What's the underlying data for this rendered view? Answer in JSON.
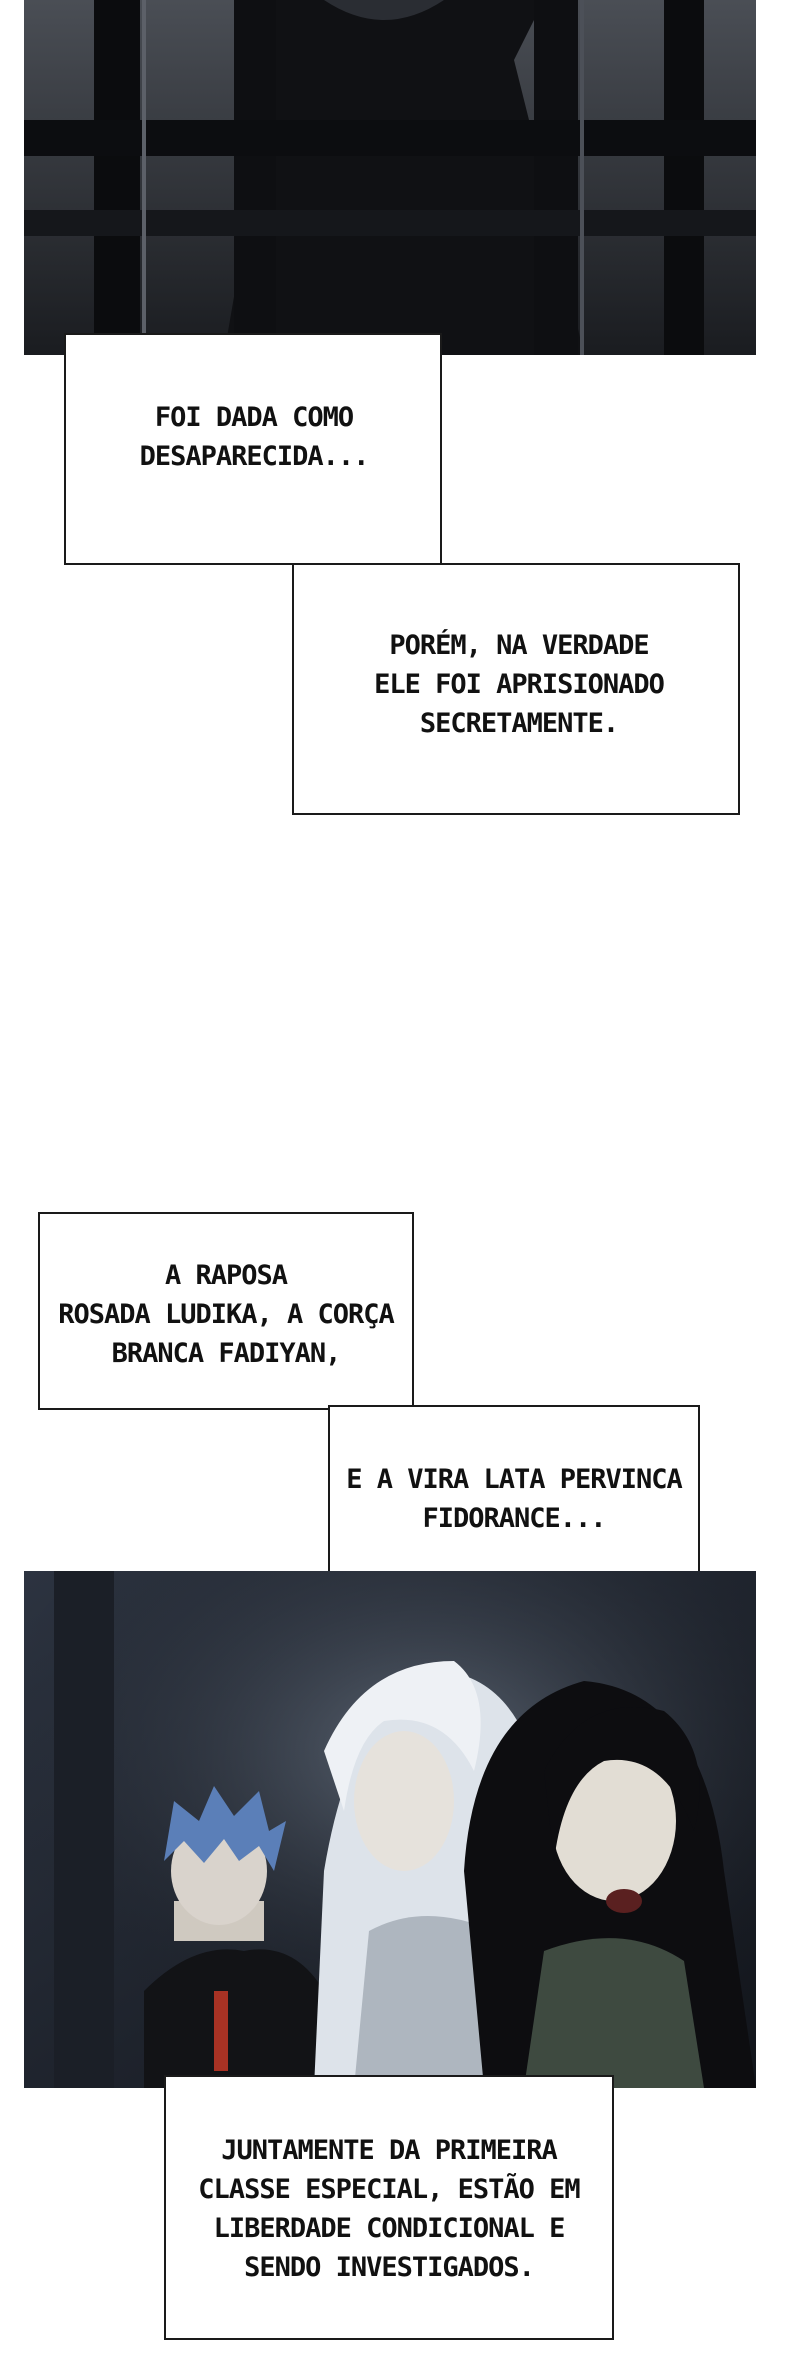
{
  "captions": {
    "c1": "FOI DADA COMO\nDESAPARECIDA...",
    "c2": "PORÉM, NA VERDADE\nELE FOI APRISIONADO\nSECRETAMENTE.",
    "c3": "A RAPOSA\nROSADA LUDIKA, A CORÇA\nBRANCA FADIYAN,",
    "c4": "E A VIRA LATA PERVINCA\nFIDORANCE...",
    "c5": "JUNTAMENTE DA PRIMEIRA\nCLASSE ESPECIAL, ESTÃO EM\nLIBERDADE CONDICIONAL E\nSENDO INVESTIGADOS."
  },
  "colors": {
    "ink": "#111111",
    "border": "#1a1a1a",
    "panel_dark": "#1b1f26",
    "hair_blue": "#5b7fb8",
    "hair_white": "#dde3ea",
    "hair_black": "#0d0d10"
  }
}
